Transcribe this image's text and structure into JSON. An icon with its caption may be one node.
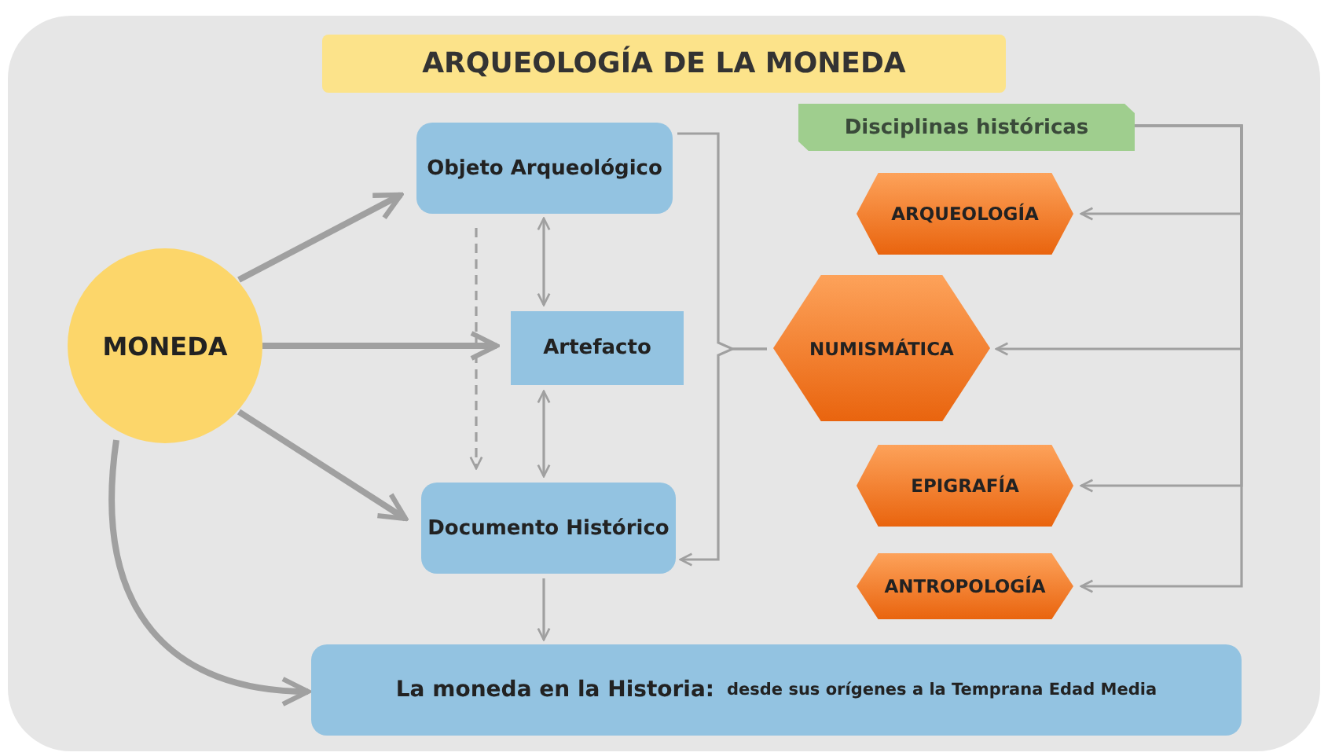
{
  "diagram": {
    "title": "ARQUEOLOGÍA DE LA MONEDA",
    "nodes": [
      {
        "text": [
          "MONEDA"
        ]
      },
      {
        "text": [
          "Objeto Arqueológico"
        ]
      },
      {
        "text": [
          "Artefacto"
        ]
      },
      {
        "text": [
          "Documento Histórico"
        ]
      },
      {
        "text": [
          "La moneda en la Historia:",
          "desde sus orígenes a la Temprana Edad Media"
        ]
      },
      {
        "text": [
          "Disciplinas históricas"
        ]
      },
      {
        "text": [
          "ARQUEOLOGÍA"
        ]
      },
      {
        "text": [
          "NUMISMÁTICA"
        ]
      },
      {
        "text": [
          "EPIGRAFÍA"
        ]
      },
      {
        "text": [
          "ANTROPOLOGÍA"
        ]
      }
    ],
    "edges": [
      {
        "from": 0,
        "to": 1,
        "arrow": "to",
        "style": "thick"
      },
      {
        "from": 0,
        "to": 2,
        "arrow": "to",
        "style": "thick"
      },
      {
        "from": 0,
        "to": 3,
        "arrow": "to",
        "style": "thick"
      },
      {
        "from": 0,
        "to": 4,
        "arrow": "to",
        "style": "thick"
      },
      {
        "from": 1,
        "to": 3,
        "arrow": "to",
        "style": "dashed"
      },
      {
        "from": 1,
        "to": 2,
        "arrow": "both"
      },
      {
        "from": 2,
        "to": 3,
        "arrow": "both"
      },
      {
        "from": 3,
        "to": 4,
        "arrow": "to"
      },
      {
        "from": 7,
        "to": 3,
        "arrow": "to"
      },
      {
        "from": 7,
        "to": 1,
        "arrow": "none"
      },
      {
        "from": 5,
        "to": 6,
        "arrow": "to"
      },
      {
        "from": 5,
        "to": 7,
        "arrow": "to"
      },
      {
        "from": 5,
        "to": 8,
        "arrow": "to"
      },
      {
        "from": 5,
        "to": 9,
        "arrow": "to"
      }
    ]
  }
}
